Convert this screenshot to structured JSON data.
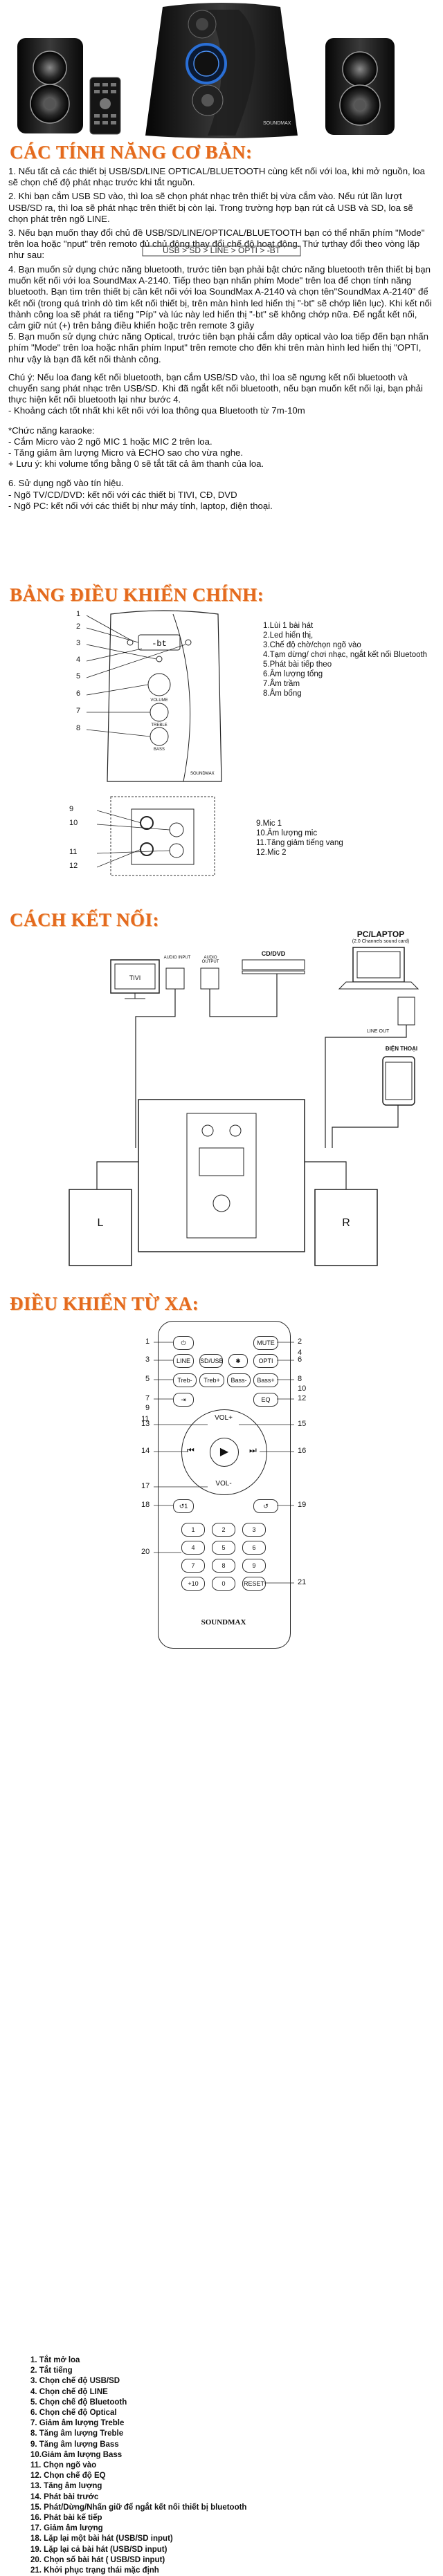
{
  "product": {
    "brand_logo": "SOUNDMAX",
    "model_small": "A-2140"
  },
  "sections": {
    "features_title": "CÁC TÍNH NĂNG CƠ BẢN:",
    "control_title": "BẢNG ĐIỀU KHIỂN CHÍNH:",
    "connect_title": "CÁCH KẾT NỐI:",
    "remote_title": "ĐIỀU KHIỂN TỪ XA:"
  },
  "features": {
    "p1": "1. Nếu tất cả các thiết bị USB/SD/LINE OPTICAL/BLUETOOTH cùng kết nối với loa, khi mở nguồn, loa sẽ chọn chế độ phát nhạc trước khi tắt nguồn.",
    "p2": "2. Khi bạn cắm USB SD vào, thì loa sẽ chọn phát nhạc trên thiết bị vừa cắm vào. Nếu rút lần lượt USB/SD ra, thì loa sẽ phát nhạc trên thiết bị còn lại. Trong trường hợp bạn rút cả USB và SD, loa sẽ chọn phát trên ngõ LINE.",
    "p3": "3. Nếu bạn muốn thay đổi chủ đề USB/SD/LINE/OPTICAL/BLUETOOTH bạn có thể nhấn phím \"Mode\" trên loa hoặc \"nput\" trên remoto đủ chủ động thay đổi chế độ hoạt động. Thứ tựthay đổi theo vòng lặp như sau:",
    "cycle": "USB > SD > LINE > OPTI > -BT",
    "p4": "4. Bạn muốn sử dụng chức năng bluetooth, trước tiên bạn phải bật chức năng bluetooth trên thiết bị bạn muốn kết nối với loa SoundMax A-2140. Tiếp theo bạn nhấn phím Mode\" trên loa để chọn tính năng bluetooth. Bạn tìm trên thiết bị cần kết nối với loa SoundMax A-2140 và chọn tên\"SoundMax A-2140\" để kết nối (trong quá trình dò tìm kết nối thiết bị, trên màn hình led hiển thị \"-bt\" sẽ chớp liên lục). Khi kết nối thành công loa sẽ phát ra tiếng \"Píp\" và lúc này led hiển thị \"-bt\" sẽ không chớp nữa. Để ngắt kết nối, cảm giữ nút (+) trên bảng điều khiển hoặc trên remote 3 giây",
    "p5": "5. Bạn muốn sử dụng chức năng Optical, trước tiên bạn phải cắm dây optical vào loa tiếp đến bạn nhấn phím \"Mode\" trên loa hoặc nhấn phím Input\" trên remote cho đến khi trên màn hình led hiển thị \"OPTI, như vậy là bạn đã kết nối thành công.",
    "note1": "Chú ý: Nếu loa đang kết nối bluetooth, bạn cắm USB/SD vào, thì loa sẽ ngưng kết nối bluetooth và chuyển sang phát nhạc trên USB/SD. Khi đã ngắt kết nối bluetooth, nếu bạn muốn kết nối lại, bạn phải thực hiện kết nối bluetooth lại như bước 4.",
    "note2": "- Khoảng cách tốt nhất khi kết nối với loa thông qua Bluetooth từ 7m-10m",
    "karaoke_title": "*Chức năng karaoke:",
    "karaoke1": "- Cắm Micro vào 2 ngõ MIC 1 hoặc MIC 2 trên loa.",
    "karaoke2": "- Tăng giảm âm lượng Micro và ECHO sao cho vừa nghe.",
    "karaoke3": "+ Lưu ý: khi volume tổng bằng 0 sẽ tắt tất cả âm thanh của loa.",
    "p6": "6. Sử dụng ngõ vào tín hiệu.",
    "p6a": "- Ngõ TV/CD/DVD: kết nối với các thiết bị TIVI, CĐ, DVD",
    "p6b": "- Ngõ PC: kết nối với các thiết bị như máy tính, laptop, điện thoại."
  },
  "control_panel": {
    "display_text": "-bt",
    "volume_label": "VOLUME",
    "treble_label": "TREBLE",
    "bass_label": "BASS",
    "labels": [
      "1.Lùi 1 bài hát",
      "2.Led hiển thị,",
      "3.Chế độ chờ/chọn ngõ vào",
      "4.Tạm dừng/ chơi nhạc, ngắt kết nối Bluetooth",
      "5.Phát bài tiếp theo",
      "6.Âm lượng tổng",
      "7.Âm trầm",
      "8.Âm bổng"
    ],
    "mic_labels": [
      "9.Mic 1",
      "10.Âm lượng mic",
      "11.Tăng giảm tiếng vang",
      "12.Mic 2"
    ],
    "callouts_left": [
      "1",
      "2",
      "3",
      "4",
      "5",
      "6",
      "7",
      "8"
    ],
    "mic_callouts": [
      "9",
      "10",
      "11",
      "12"
    ]
  },
  "connection": {
    "pc_title": "PC/LAPTOP",
    "pc_sub": "(2.0 Channels sound card)",
    "line_out": "LINE OUT",
    "phone": "ĐIỆN THOẠI",
    "cd_dvd": "CD/DVD",
    "tv": "TIVI",
    "audio_input": "AUDIO INPUT",
    "audio_output": "AUDIO OUTPUT",
    "left": "L",
    "right": "R"
  },
  "remote": {
    "buttons": {
      "mute": "MUTE",
      "line": "LINE",
      "sdusb": "SD/USB",
      "opti": "OPTI",
      "treb_minus": "Treb-",
      "treb_plus": "Treb+",
      "bass_minus": "Bass-",
      "bass_plus": "Bass+",
      "eq": "EQ",
      "vol_plus": "VOL+",
      "vol_minus": "VOL-",
      "plus10": "+10",
      "zero": "0",
      "reset": "RESET",
      "digits": [
        "1",
        "2",
        "3",
        "4",
        "5",
        "6",
        "7",
        "8",
        "9"
      ]
    },
    "callouts_left": [
      "1",
      "3",
      "5",
      "7",
      "9",
      "11",
      "13",
      "14",
      "17",
      "18",
      "20"
    ],
    "callouts_right": [
      "2",
      "4",
      "6",
      "8",
      "10",
      "12",
      "15",
      "16",
      "19",
      "21"
    ],
    "legend": [
      "1. Tắt mở loa",
      "2. Tắt tiếng",
      "3. Chọn chế độ USB/SD",
      "4. Chọn chế độ LINE",
      "5. Chọn chế độ Bluetooth",
      "6. Chọn chế độ Optical",
      "7. Giảm âm lượng Treble",
      "8. Tăng âm lượng Treble",
      "9. Tăng âm lượng Bass",
      "10.Giảm âm lượng Bass",
      "11. Chọn ngõ vào",
      "12. Chọn chế độ EQ",
      "13. Tăng âm lượng",
      "14. Phát bài trước",
      "15. Phát/Dừng/Nhấn giữ để ngắt kết nối thiết bị bluetooth",
      "16. Phát bài kế tiếp",
      "17. Giảm âm lượng",
      "18. Lặp lại một bài hát (USB/SD input)",
      "19. Lặp lại cả bài hát (USB/SD input)",
      "20. Chọn số bài hát ( USB/SD input)",
      "21. Khởi phục trạng thái mặc định"
    ]
  },
  "colors": {
    "title_orange": "#e46a1e",
    "speaker_black": "#111111",
    "blue_ring": "#2a6fd6"
  }
}
